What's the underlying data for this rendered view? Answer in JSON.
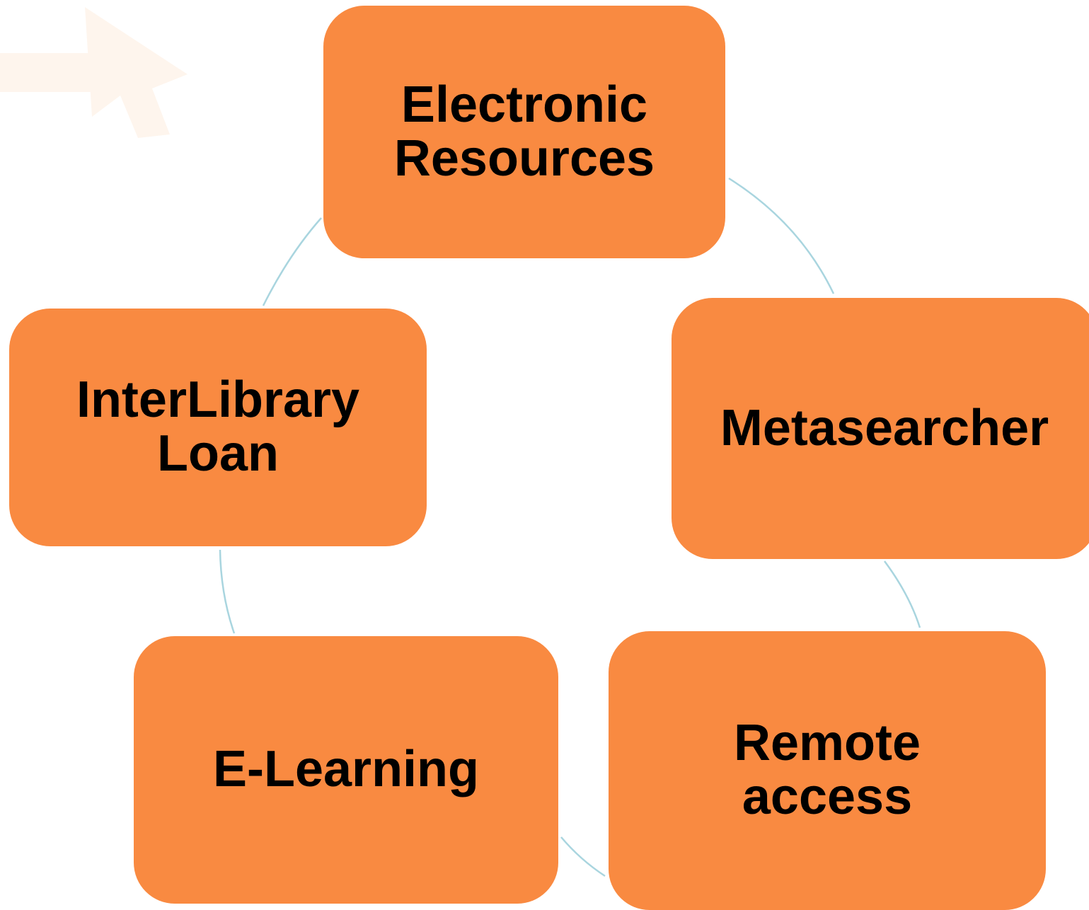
{
  "diagram": {
    "type": "cycle",
    "colors": {
      "node_fill": "#f98a41",
      "connector": "#a9d5df",
      "text": "#000000",
      "background_arrow": "#fde3cc"
    },
    "nodes": [
      {
        "id": "electronic-resources",
        "label": "Electronic\nResources"
      },
      {
        "id": "metasearcher",
        "label": "Metasearcher"
      },
      {
        "id": "remote-access",
        "label": "Remote\naccess"
      },
      {
        "id": "e-learning",
        "label": "E-Learning"
      },
      {
        "id": "interlibrary-loan",
        "label": "InterLibrary\nLoan"
      }
    ]
  }
}
